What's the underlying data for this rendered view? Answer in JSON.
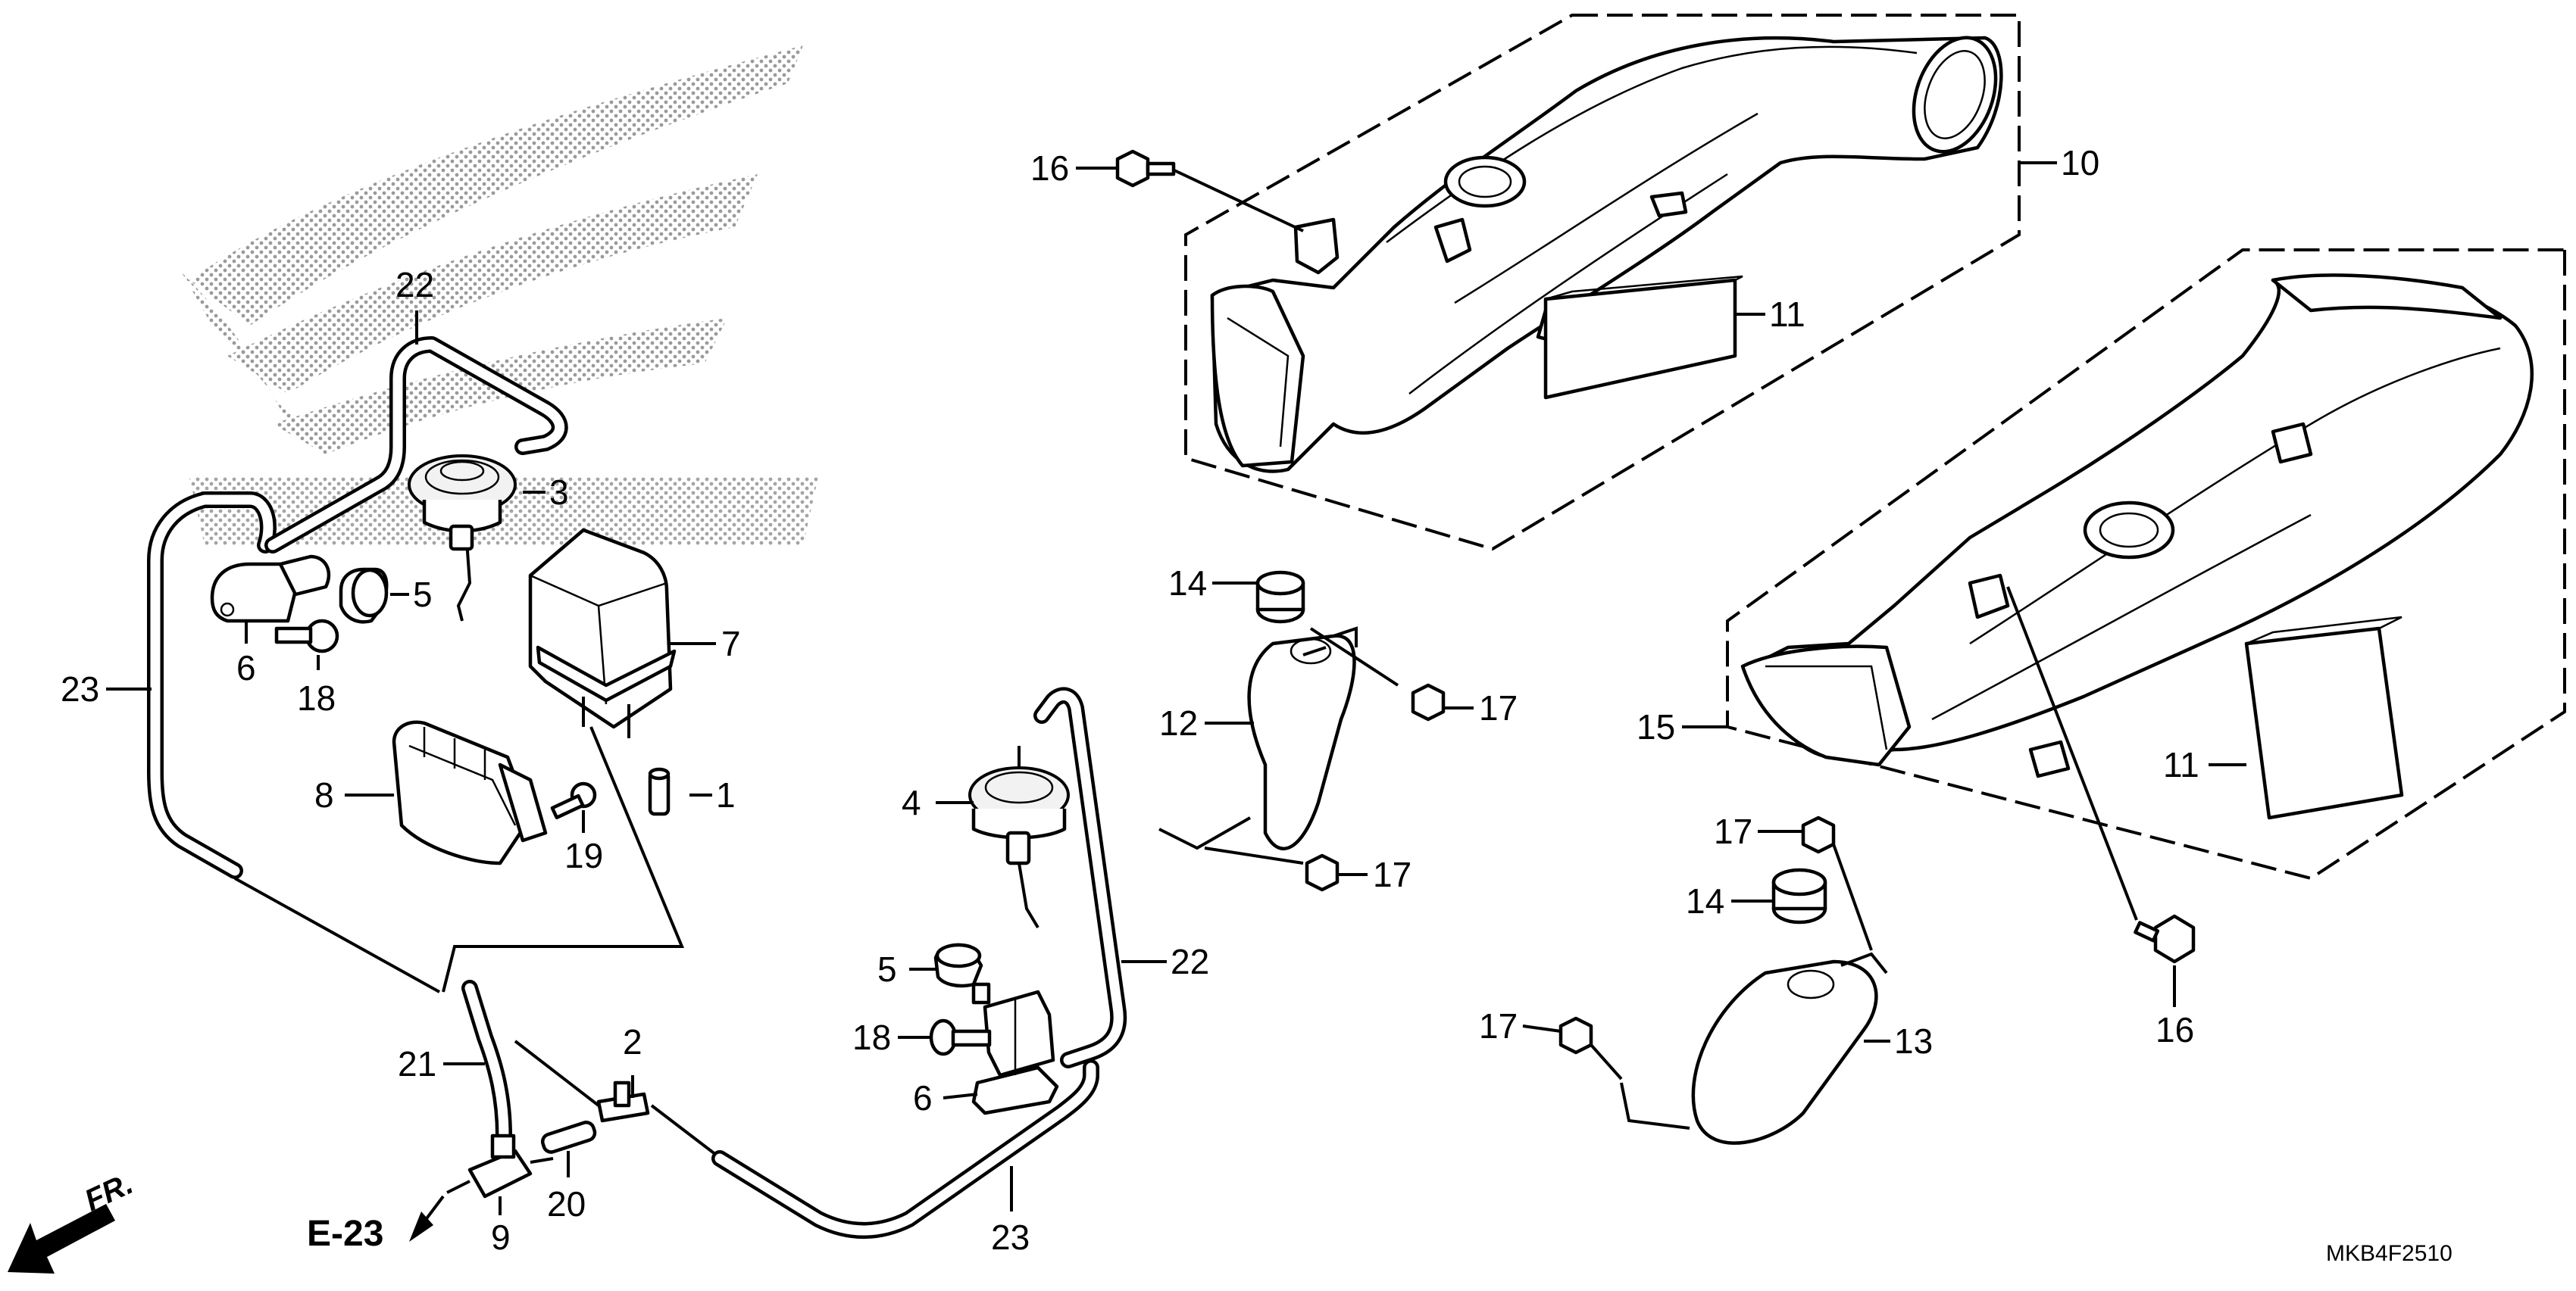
{
  "labels": {
    "p1": "1",
    "p2": "2",
    "p3": "3",
    "p4": "4",
    "p5a": "5",
    "p5b": "5",
    "p6a": "6",
    "p6b": "6",
    "p7": "7",
    "p8": "8",
    "p9": "9",
    "p10": "10",
    "p11a": "11",
    "p11b": "11",
    "p12": "12",
    "p13": "13",
    "p14a": "14",
    "p14b": "14",
    "p15": "15",
    "p16a": "16",
    "p16b": "16",
    "p17a": "17",
    "p17b": "17",
    "p17c": "17",
    "p17d": "17",
    "p18a": "18",
    "p18b": "18",
    "p19": "19",
    "p20": "20",
    "p21": "21",
    "p22a": "22",
    "p22b": "22",
    "p23a": "23",
    "p23b": "23"
  },
  "reference": "E-23",
  "direction": "FR.",
  "diagram_code": "MKB4F2510",
  "icons": [
    "front-arrow-icon",
    "reference-arrow-icon",
    "wing-logo-watermark"
  ]
}
